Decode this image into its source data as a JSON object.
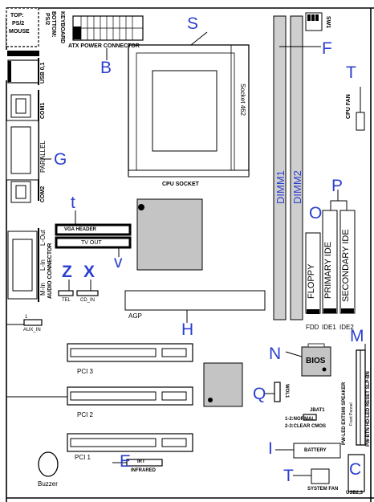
{
  "colors": {
    "letter": "#2b3fcf",
    "dimm": "#cfcfcf",
    "chip": "#c4c4c4",
    "line": "#000000"
  },
  "ports": {
    "ps2_top": "TOP:",
    "ps2_mid": "PS/2",
    "ps2_mouse": "MOUSE",
    "bottom": "BOTTOM:",
    "ps2_kb": "PS/2",
    "keyboard": "KEYBOARD",
    "usb": "USB 0,1",
    "com1": "COM1",
    "parallel": "PARALLEL",
    "com2": "COM2",
    "l_out": "L-Out",
    "l_in": "L-In",
    "m_in": "M-In",
    "audio": "AUDIO CONNECTOR"
  },
  "connectors": {
    "atx": "ATX POWER CONNECTOR",
    "sw1": "SW1",
    "socket": "Socket 462",
    "cpu_socket": "CPU SOCKET",
    "cpu_fan": "CPU FAN",
    "vga": "VGA HEADER",
    "tvout": "TV OUT",
    "tel": "TEL",
    "cd_in": "CD_IN",
    "aux_in": "AUX_IN",
    "aux_pin": "1",
    "agp": "AGP",
    "pci3": "PCI 3",
    "pci2": "PCI 2",
    "pci1": "PCI 1",
    "irt": "IRT",
    "infrared": "INFRARED",
    "buzzer": "Buzzer",
    "dimm1": "DIMM1",
    "dimm2": "DIMM2",
    "floppy": "FLOPPY",
    "primary_ide": "PRIMARY IDE",
    "secondary_ide": "SECONDARY IDE",
    "fdd": "FDD",
    "ide1": "IDE1",
    "ide2": "IDE2",
    "bios": "BIOS",
    "wol1": "WOL1",
    "jbat1": "JBAT1",
    "jbat_normal": "1-2:NORMAL",
    "jbat_clear": "2-3:CLEAR CMOS",
    "battery": "BATTERY",
    "system_fan": "SYSTEM FAN",
    "usb23": "USB2,3",
    "front_panel": "Front Pannel",
    "fp_top": "PW-LED  EXTSMI  SPEAKER",
    "fp_bottom": "PW-BTN  HD-LED  RESET  SLP-BN"
  },
  "letters": {
    "B": "B",
    "S": "S",
    "F": "F",
    "T1": "T",
    "G": "G",
    "t": "t",
    "O": "O",
    "P": "P",
    "V": "v",
    "Z": "Z",
    "X": "X",
    "H": "H",
    "N": "N",
    "M": "M",
    "Q": "Q",
    "I": "I",
    "E": "E",
    "C": "C",
    "T2": "T"
  }
}
